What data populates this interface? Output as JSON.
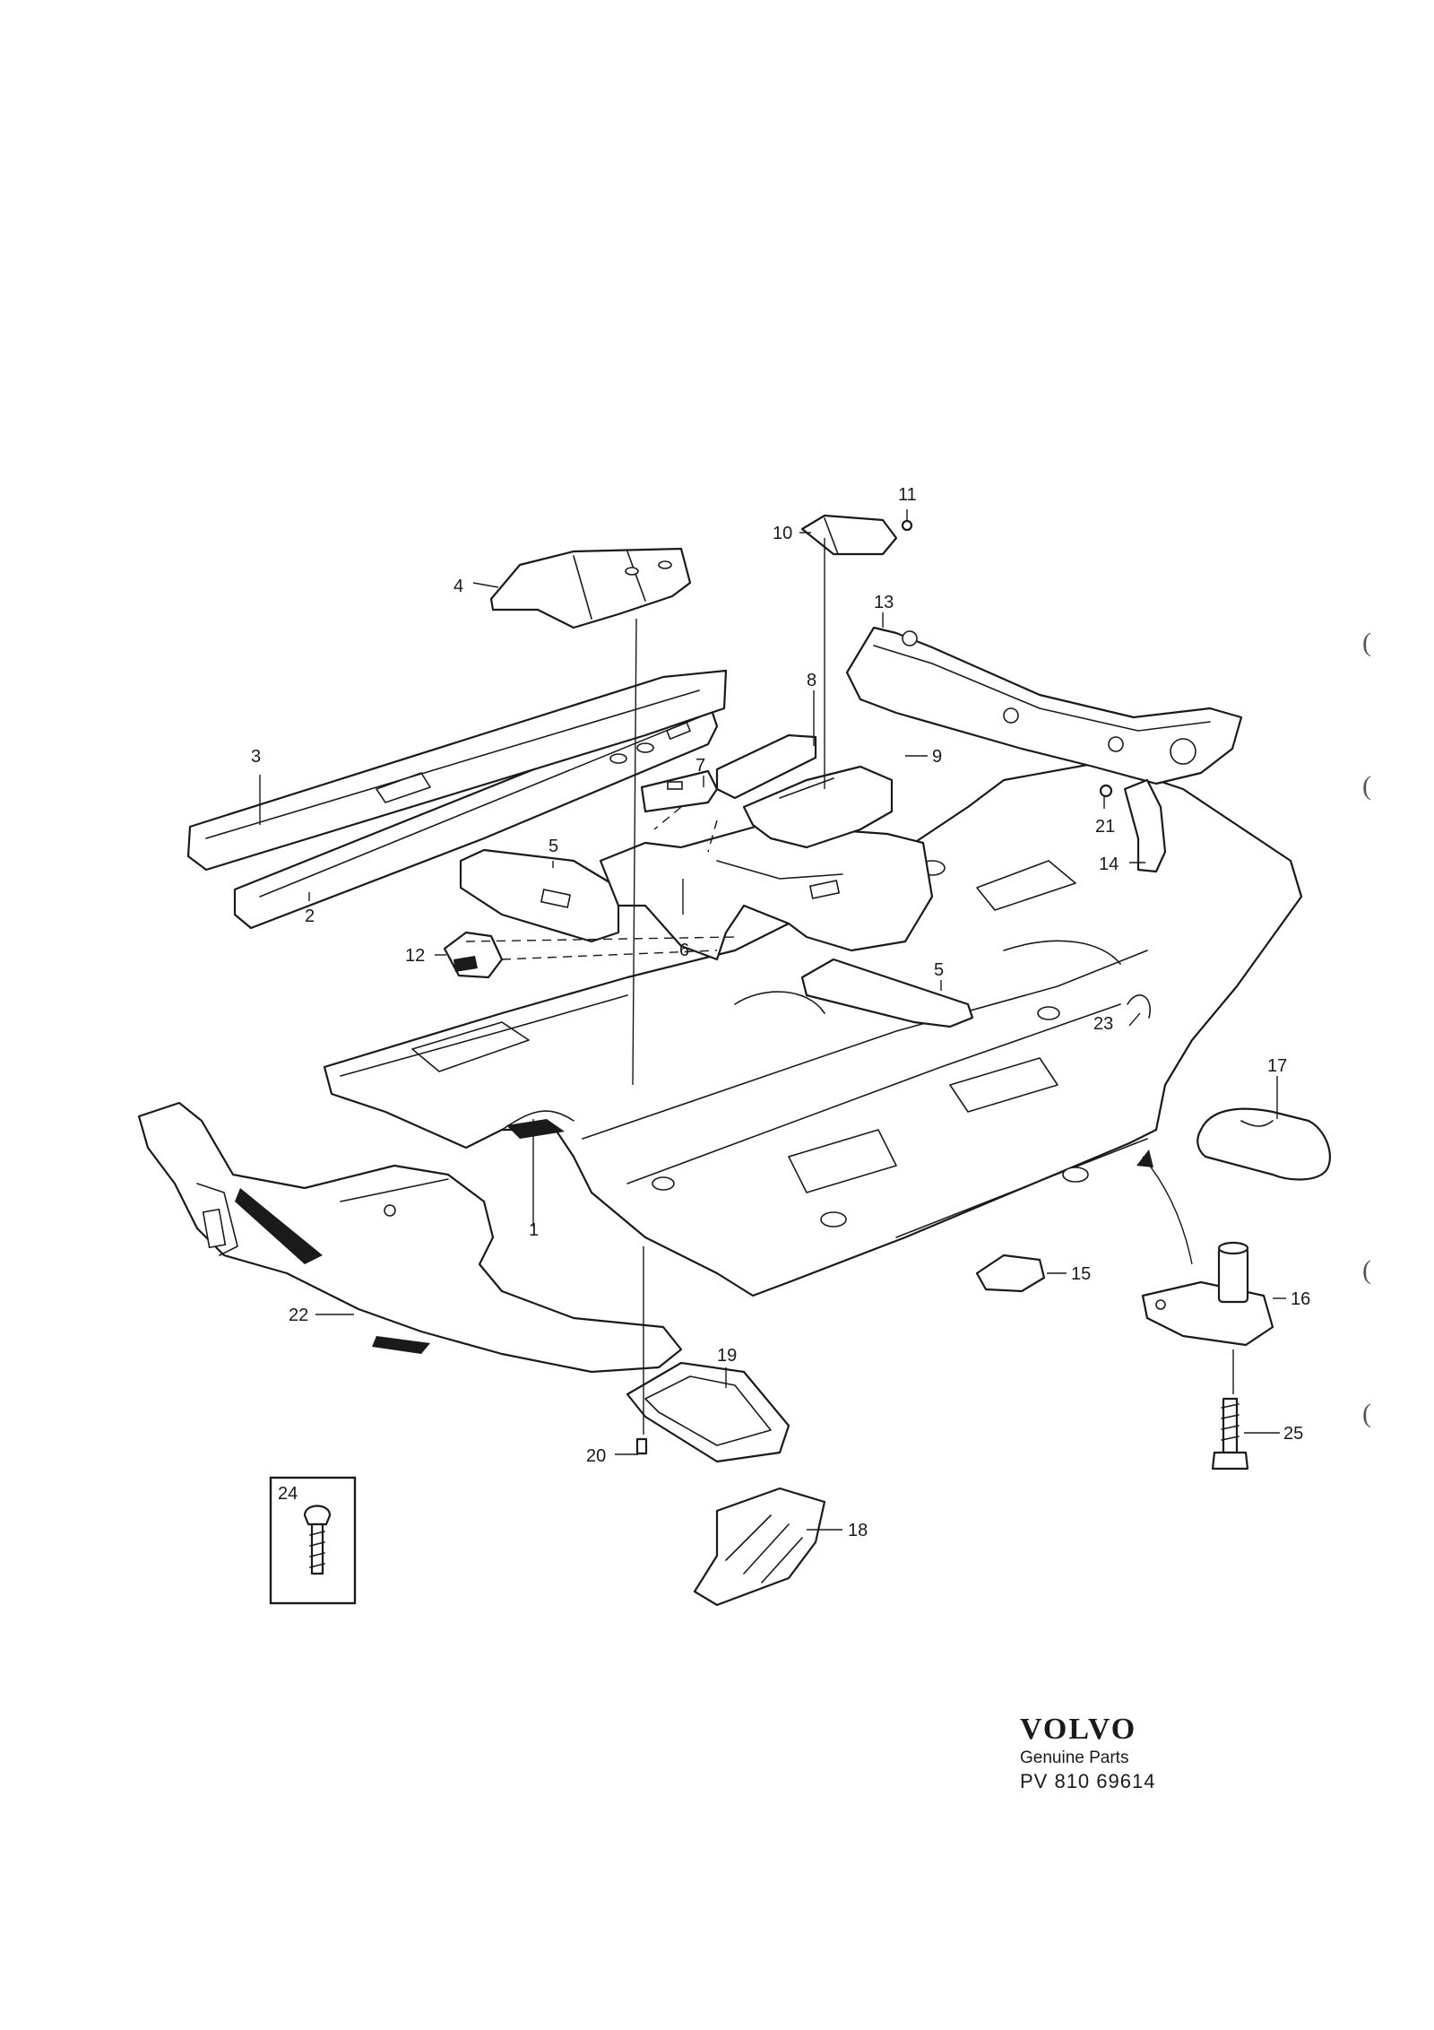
{
  "diagram": {
    "callouts": [
      "1",
      "2",
      "3",
      "4",
      "5",
      "5",
      "6",
      "7",
      "8",
      "9",
      "10",
      "11",
      "12",
      "13",
      "14",
      "15",
      "16",
      "17",
      "18",
      "19",
      "20",
      "21",
      "22",
      "23",
      "24",
      "25"
    ]
  },
  "branding": {
    "logo": "VOLVO",
    "subtitle": "Genuine Parts",
    "code": "PV 810 69614"
  },
  "colors": {
    "ink": "#1a1a1a",
    "paper": "#ffffff"
  }
}
